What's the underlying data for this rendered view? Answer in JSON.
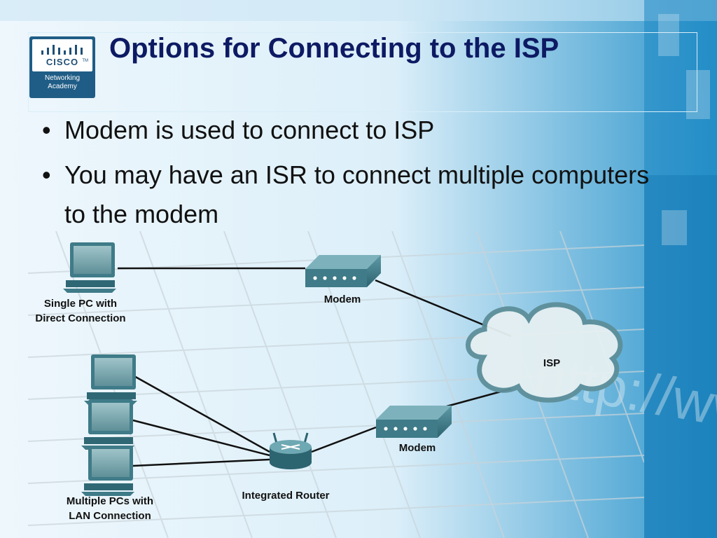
{
  "slide": {
    "title": "Options for Connecting to the ISP",
    "bullets": [
      "Modem is used to connect to ISP",
      "You may have an ISR to connect multiple computers to the modem"
    ]
  },
  "logo": {
    "wordmark": "CISCO",
    "trademark": "TM",
    "subtitle_line1": "Networking",
    "subtitle_line2": "Academy"
  },
  "diagram": {
    "single_pc_label_line1": "Single PC with",
    "single_pc_label_line2": "Direct Connection",
    "modem_top_label": "Modem",
    "isp_label": "ISP",
    "modem_bottom_label": "Modem",
    "router_label": "Integrated Router",
    "multi_pc_label_line1": "Multiple PCs with",
    "multi_pc_label_line2": "LAN Connection"
  },
  "background": {
    "watermark_text": "http://www"
  },
  "colors": {
    "title": "#0d1a63",
    "accent_blue": "#1f5d86",
    "device_teal": "#3f7b88",
    "cloud_outline": "#5d8f9a"
  }
}
